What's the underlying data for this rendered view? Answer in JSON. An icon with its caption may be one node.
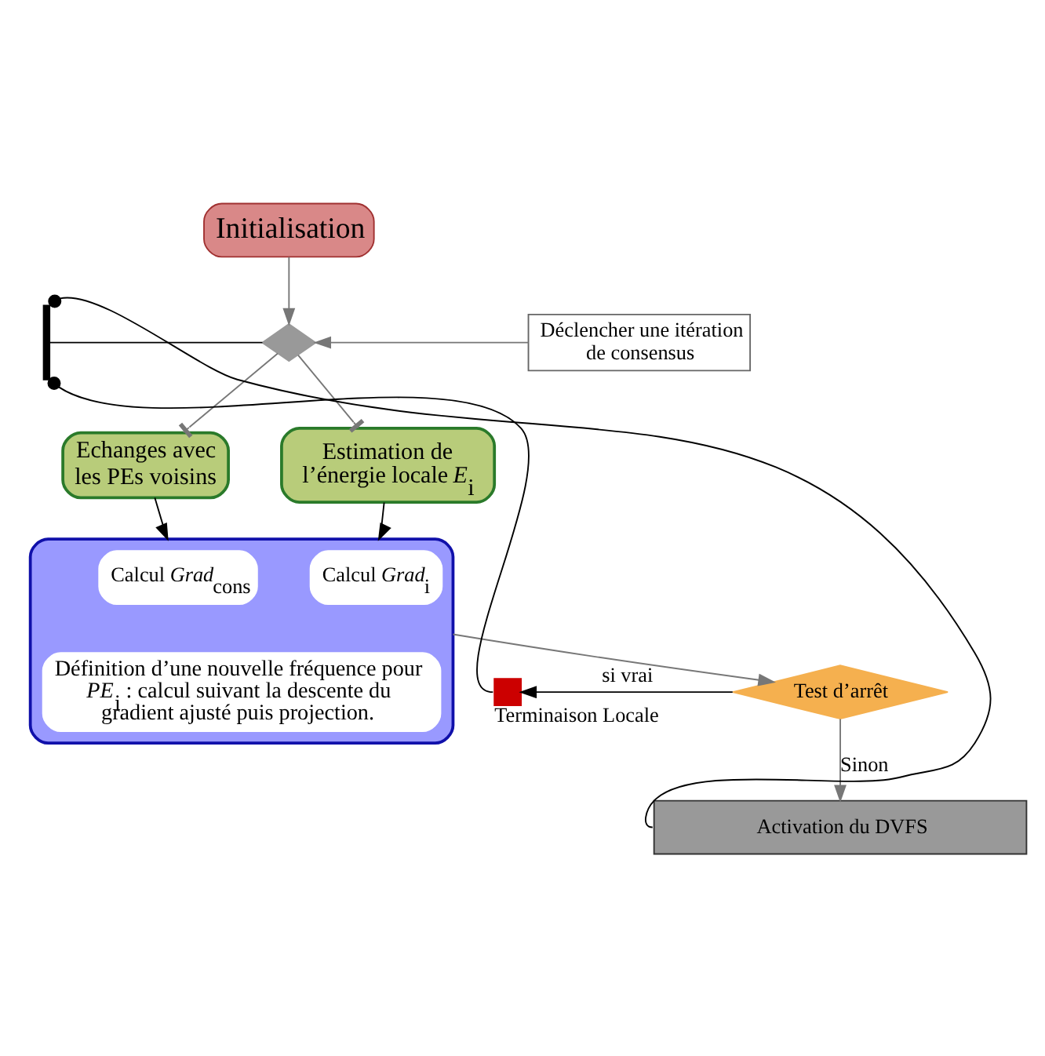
{
  "diagram": {
    "nodes": [
      {
        "text": [
          "Initialisation"
        ]
      },
      {
        "text": [],
        "shape": "bar"
      },
      {
        "text": [],
        "shape": "diamond"
      },
      {
        "text": [
          "Déclencher une itération de consensus"
        ]
      },
      {
        "text": [
          "Echanges avec les PEs voisins"
        ]
      },
      {
        "text": [
          "Estimation de l’énergie locale *E*$_{i}$"
        ]
      },
      {
        "text": [],
        "shape": "box"
      },
      {
        "text": [
          "Calcul *Grad*$_{cons}$"
        ],
        "in": 6
      },
      {
        "text": [
          "Calcul *Grad*$_{i}$"
        ],
        "in": 6
      },
      {
        "text": [
          "Définition d’une nouvelle fréquence pour *PE*$_{i}$ : calcul suivant la descente du gradient ajusté puis projection."
        ],
        "in": 6
      },
      {
        "text": [
          "Test d’arrêt"
        ]
      },
      {
        "text": [],
        "shape": "box",
        "beside": [
          "Terminaison Locale"
        ]
      },
      {
        "text": [
          "Activation du DVFS"
        ]
      }
    ],
    "edges": [
      {
        "from": 0,
        "to": 2,
        "arrow": "to"
      },
      {
        "from": 3,
        "to": 2,
        "arrow": "to"
      },
      {
        "from": 2,
        "to": 1,
        "arrow": "none",
        "color": "#000000"
      },
      {
        "from": 2,
        "to": 4,
        "arrow": "other"
      },
      {
        "from": 2,
        "to": 5,
        "arrow": "other"
      },
      {
        "from": 4,
        "to": 6,
        "arrow": "to",
        "color": "#000000"
      },
      {
        "from": 5,
        "to": 6,
        "arrow": "to",
        "color": "#000000"
      },
      {
        "from": 6,
        "to": 10,
        "arrow": "to"
      },
      {
        "from": 10,
        "to": 11,
        "arrow": "to",
        "label": "si vrai",
        "color": "#000000"
      },
      {
        "from": 10,
        "to": 12,
        "arrow": "to",
        "label": "Sinon"
      },
      {
        "from": 11,
        "to": 1,
        "arrow": "other",
        "color": "#000000"
      },
      {
        "from": 12,
        "to": 1,
        "arrow": "other",
        "color": "#000000"
      }
    ]
  }
}
